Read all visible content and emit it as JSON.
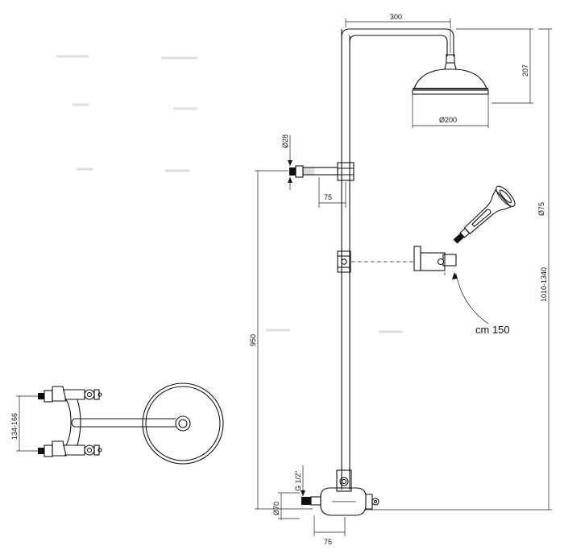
{
  "dimensions": {
    "arm_length": "300",
    "head_height": "207",
    "head_diameter": "Ø200",
    "support_diameter": "Ø28",
    "support_depth": "75",
    "hand_shower_diameter": "Ø75",
    "overall_height": "1010-1340",
    "riser_height": "950",
    "inlet_thread": "G 1/2\"",
    "inlet_diameter": "Ø70",
    "inlet_depth": "75",
    "center_distance": "134-166"
  },
  "hose_length": "cm 150"
}
